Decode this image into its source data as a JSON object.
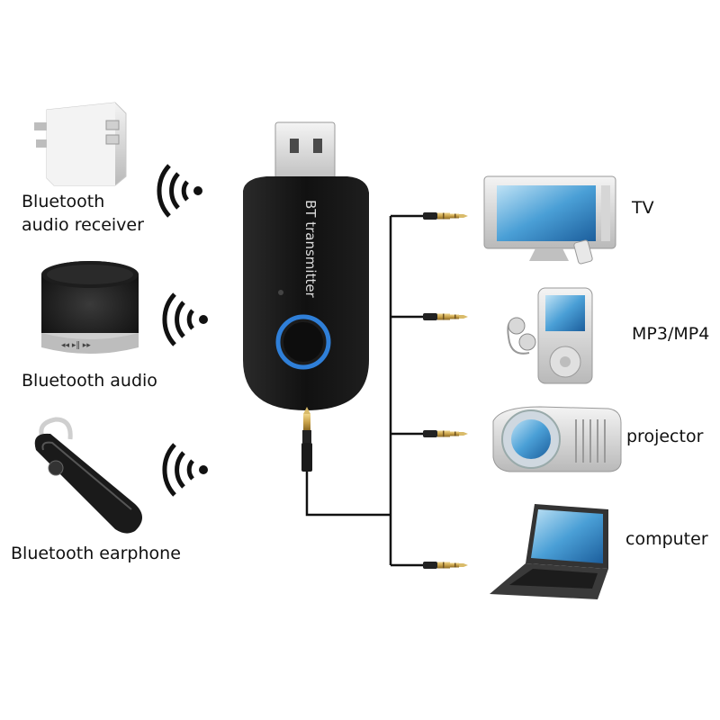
{
  "left_devices": [
    {
      "id": "receiver",
      "label_lines": [
        "Bluetooth",
        "audio receiver"
      ],
      "icon": "power-adapter-icon"
    },
    {
      "id": "speaker",
      "label_lines": [
        "Bluetooth audio"
      ],
      "icon": "speaker-icon"
    },
    {
      "id": "earphone",
      "label_lines": [
        "Bluetooth earphone"
      ],
      "icon": "headset-icon"
    }
  ],
  "transmitter": {
    "text": "BT transmitter",
    "icon": "usb-dongle-icon"
  },
  "right_devices": [
    {
      "id": "tv",
      "label": "TV",
      "icon": "tv-icon"
    },
    {
      "id": "mp3",
      "label": "MP3/MP4",
      "icon": "media-player-icon"
    },
    {
      "id": "projector",
      "label": "projector",
      "icon": "projector-icon"
    },
    {
      "id": "computer",
      "label": "computer",
      "icon": "laptop-icon"
    }
  ],
  "colors": {
    "dongle_body": "#111111",
    "ring_accent": "#2f7fd8",
    "jack_gold": "#c9a24a",
    "cable": "#111111"
  }
}
